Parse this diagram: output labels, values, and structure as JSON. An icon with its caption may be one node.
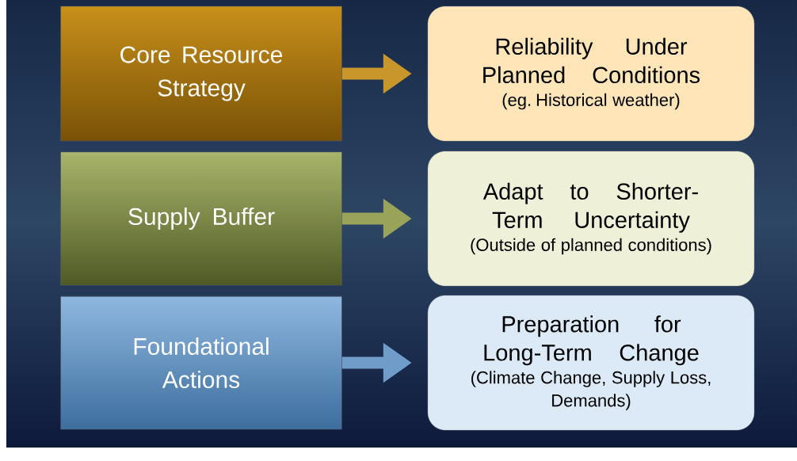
{
  "diagram": {
    "nodes": [
      {
        "text": [
          "Core Resource Strategy"
        ]
      },
      {
        "text": [
          "Reliability Under Planned Conditions",
          "(eg. Historical weather)"
        ]
      },
      {
        "text": [
          "Supply Buffer"
        ]
      },
      {
        "text": [
          "Adapt to Shorter-Term Uncertainty",
          "(Outside of planned conditions)"
        ]
      },
      {
        "text": [
          "Foundational Actions"
        ]
      },
      {
        "text": [
          "Preparation for Long-Term Change",
          "(Climate Change, Supply Loss, Demands)"
        ]
      }
    ],
    "edges": [
      {
        "from": 0,
        "to": 1,
        "arrow": "to",
        "color": "#c8962a"
      },
      {
        "from": 2,
        "to": 3,
        "arrow": "to",
        "color": "#9aa35a"
      },
      {
        "from": 4,
        "to": 5,
        "arrow": "to",
        "color": "#6f9cc8"
      }
    ]
  }
}
